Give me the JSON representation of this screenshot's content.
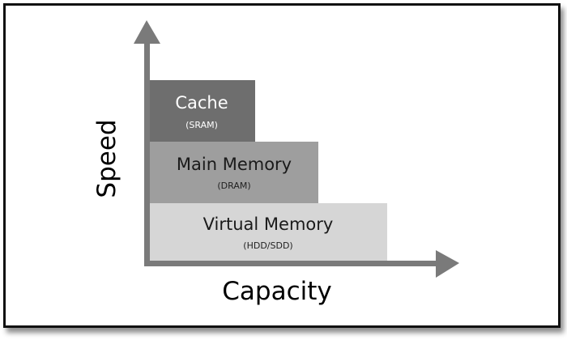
{
  "diagram": {
    "y_axis_label": "Speed",
    "x_axis_label": "Capacity",
    "tiers": [
      {
        "title": "Cache",
        "subtitle": "(SRAM)",
        "color": "#6e6e6e"
      },
      {
        "title": "Main Memory",
        "subtitle": "(DRAM)",
        "color": "#9e9e9e"
      },
      {
        "title": "Virtual Memory",
        "subtitle": "(HDD/SDD)",
        "color": "#d6d6d6"
      }
    ],
    "axis_color": "#7a7a7a"
  }
}
